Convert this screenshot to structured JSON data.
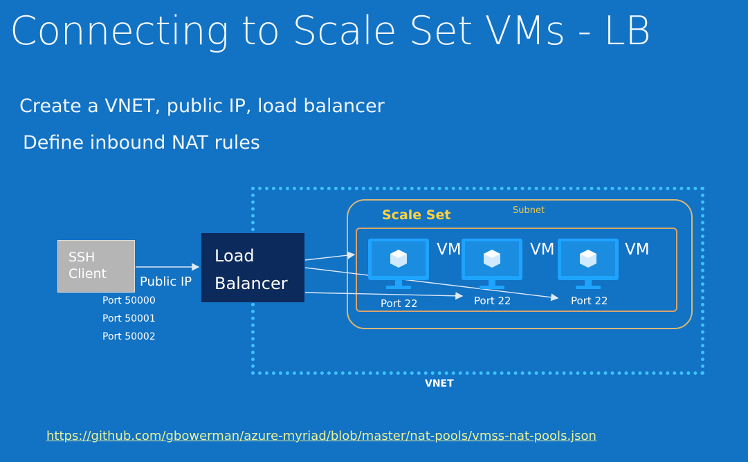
{
  "title": "Connecting to Scale Set VMs - LB",
  "bullets": [
    "Create a VNET, public IP, load balancer",
    "Define inbound NAT rules"
  ],
  "diagram": {
    "vnet_label": "VNET",
    "subnet_label": "Subnet",
    "scale_set_label": "Scale Set",
    "ssh_client_label": "SSH Client",
    "public_ip_label": "Public IP",
    "load_balancer_label": "Load Balancer",
    "nat_ports": [
      "Port 50000",
      "Port 50001",
      "Port 50002"
    ],
    "vms": [
      {
        "label": "VM",
        "port": "Port 22"
      },
      {
        "label": "VM",
        "port": "Port 22"
      },
      {
        "label": "VM",
        "port": "Port 22"
      }
    ]
  },
  "link": "https://github.com/gbowerman/azure-myriad/blob/master/nat-pools/vmss-nat-pools.json",
  "colors": {
    "background": "#1272c4",
    "vnet_border": "#3ec2ff",
    "subnet_border": "#d9b876",
    "scale_set_text": "#ffd23f",
    "load_balancer_fill": "#0c2a5b",
    "ssh_client_fill": "#b5b5b5",
    "vm_icon": "#1ea4ff",
    "link_text": "#e8f29a"
  },
  "icons": {
    "vm": "monitor-cube-icon"
  }
}
